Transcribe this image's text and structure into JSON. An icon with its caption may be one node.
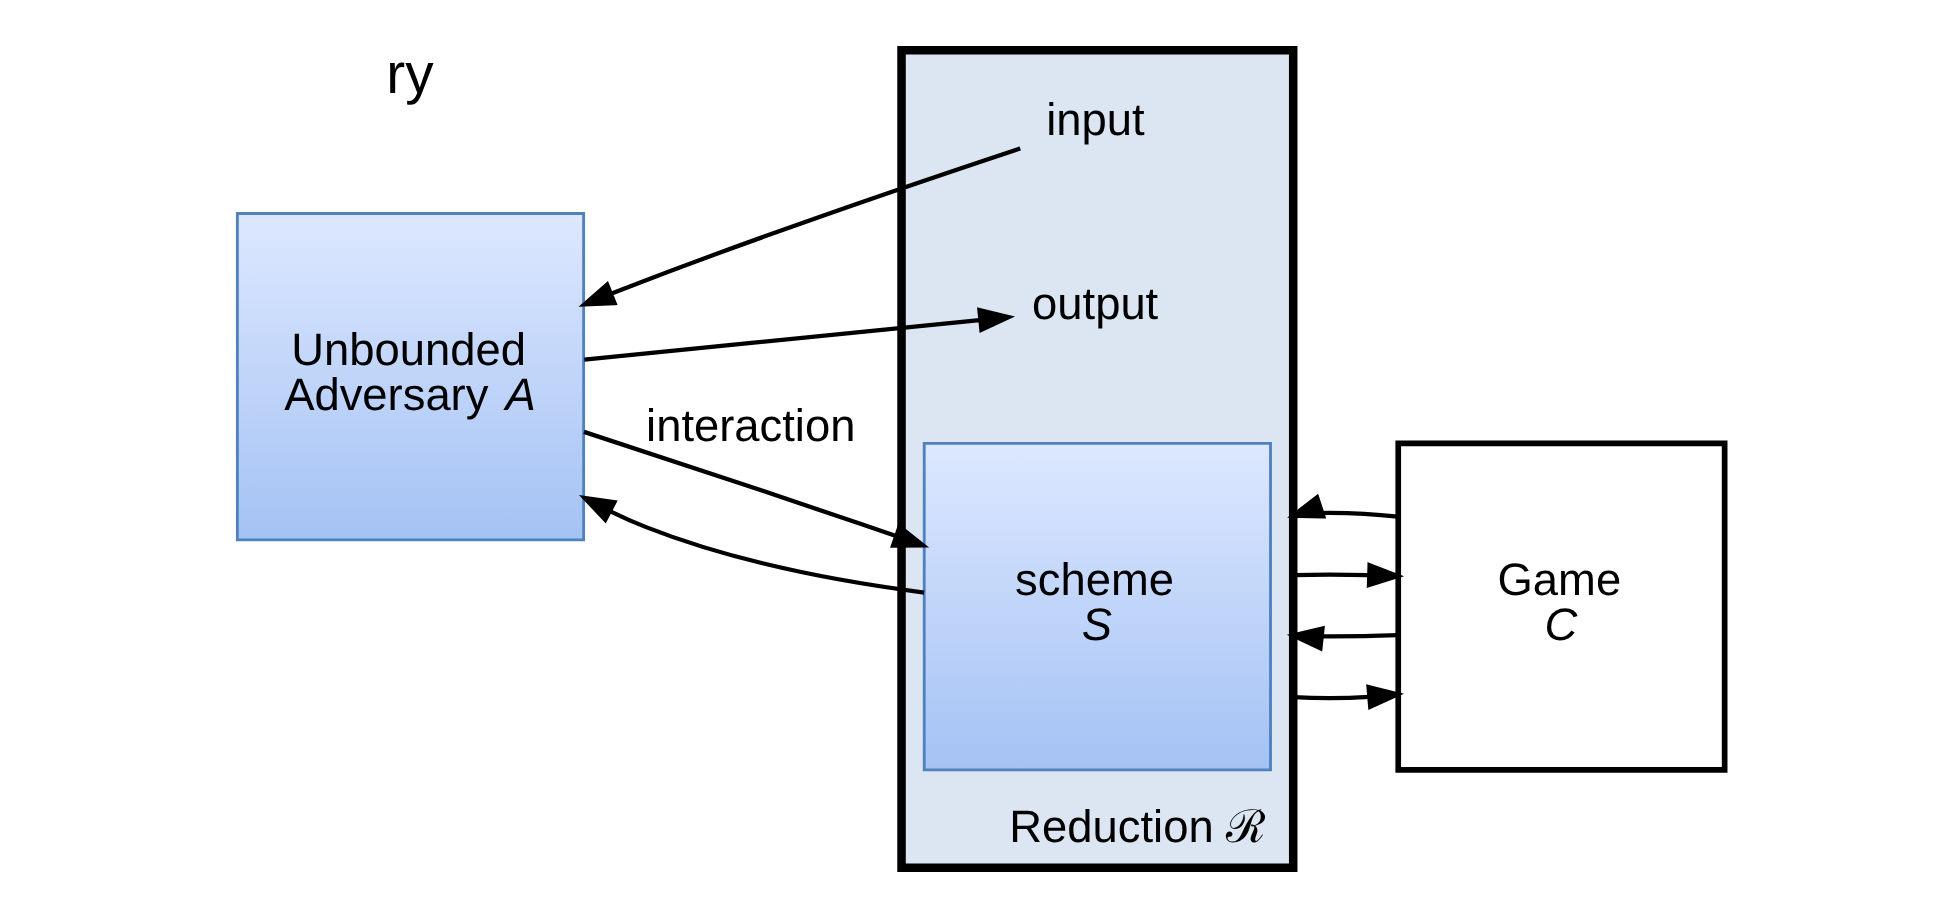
{
  "diagram": {
    "nodes": [
      {
        "text": [
          "Reduction ℛ"
        ]
      },
      {
        "text": [
          "input"
        ],
        "in": 0
      },
      {
        "text": [
          "output"
        ],
        "in": 0
      },
      {
        "text": [
          "scheme *S*"
        ],
        "in": 0
      },
      {
        "text": [
          "Unbounded Adversary *A*"
        ]
      },
      {
        "text": [
          "Game *C*"
        ]
      }
    ],
    "edges": [
      {
        "from": 1,
        "to": 4,
        "arrow": "to"
      },
      {
        "from": 4,
        "to": 3,
        "arrow": "to",
        "label": "interaction"
      },
      {
        "from": 3,
        "to": 4,
        "arrow": "to"
      },
      {
        "from": 4,
        "to": 2,
        "arrow": "to"
      },
      {
        "from": 0,
        "to": 5,
        "arrow": "to"
      },
      {
        "from": 5,
        "to": 0,
        "arrow": "to"
      },
      {
        "from": 0,
        "to": 5,
        "arrow": "to"
      },
      {
        "from": 5,
        "to": 0,
        "arrow": "to"
      }
    ],
    "labels": [
      "ry"
    ]
  }
}
